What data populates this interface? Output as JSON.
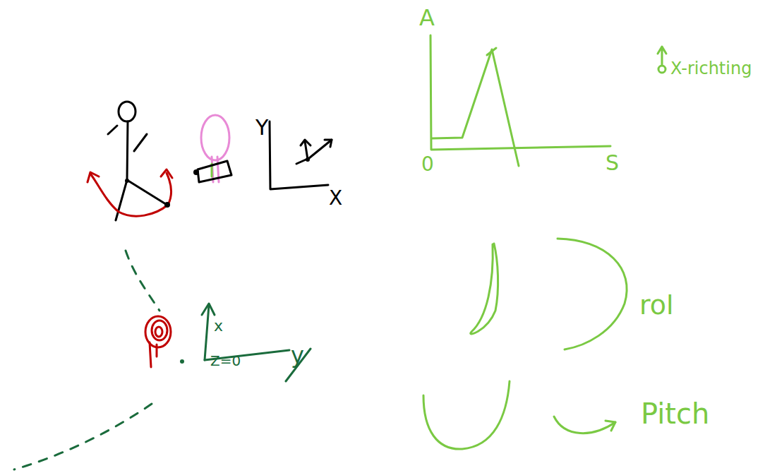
{
  "diagram": {
    "labels": [
      "Y",
      "X",
      "x",
      "y",
      "Z=0",
      "A",
      "0",
      "S",
      "X-richting",
      "rol",
      "Pitch"
    ]
  }
}
